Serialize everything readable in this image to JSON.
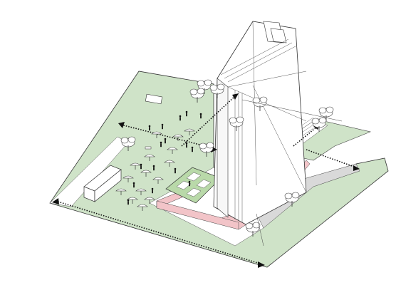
{
  "colors": {
    "ground_green": "#cfe3c8",
    "inner_green": "#b9d9a9",
    "paving": "#ffffff",
    "pink_edge": "#f2c4c8",
    "gray_pad": "#d9d9d9",
    "line": "#333333",
    "arrow": "#111111"
  },
  "icons": [
    "tree-icon",
    "umbrella-icon",
    "person-icon",
    "vehicle-icon",
    "bench-icon"
  ],
  "layers": {
    "ground": "ground-plane",
    "plaza": "central-plaza",
    "tower": "office-tower",
    "circulation": "pedestrian-flow-arrows"
  }
}
